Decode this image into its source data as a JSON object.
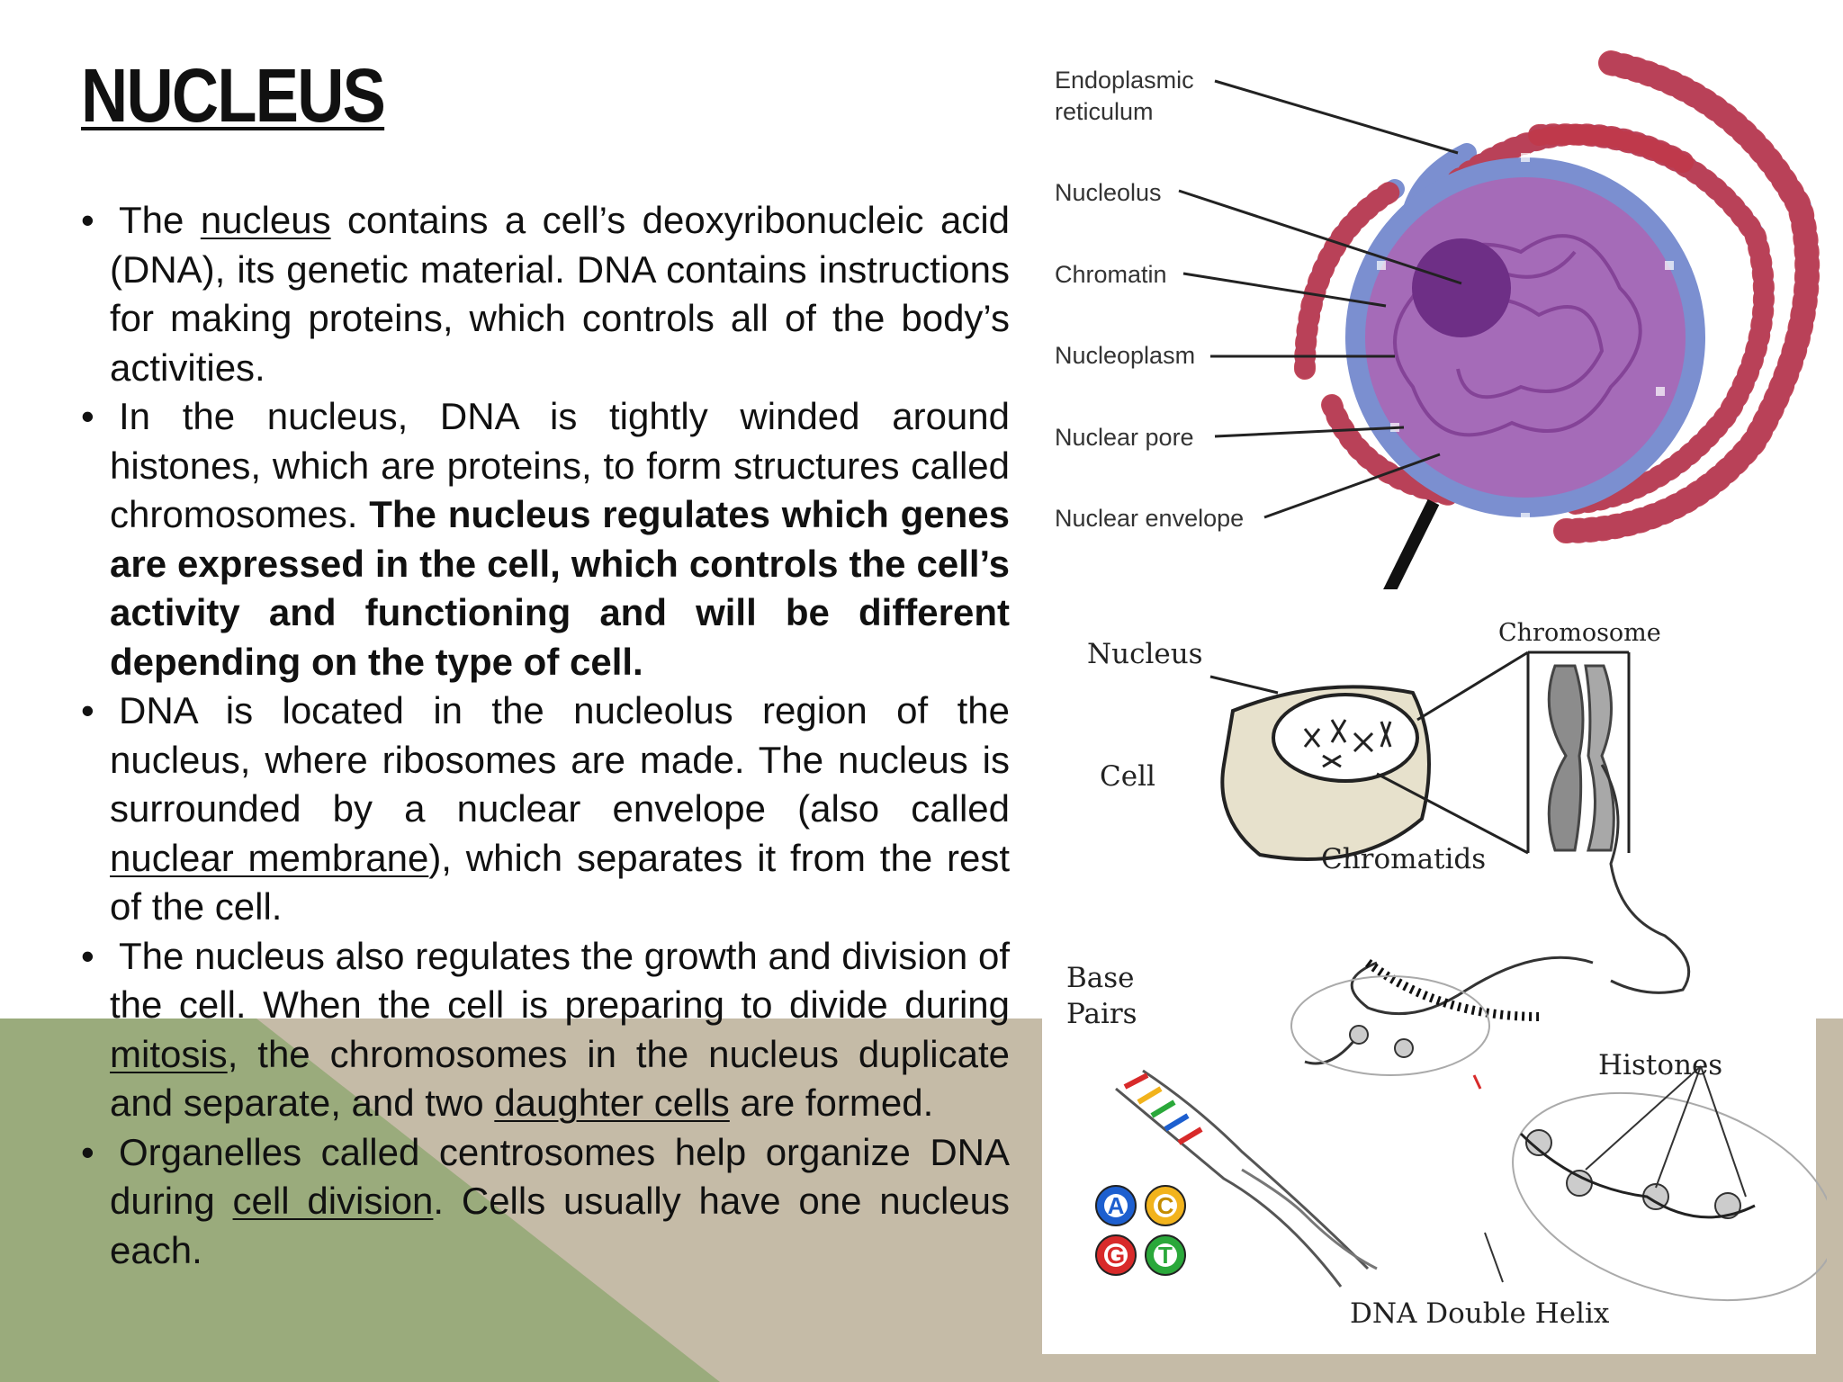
{
  "slide": {
    "title": "NUCLEUS",
    "bullets": [
      {
        "text_before": "The ",
        "underlined": "nucleus",
        "text_after": " contains a cell’s deoxyribonucleic acid (DNA), its genetic material. DNA contains instructions for making proteins, which controls all of the body’s activities."
      },
      {
        "text": "In the nucleus, DNA is tightly winded around histones, which are proteins, to form structures called chromosomes. ",
        "bold": "The nucleus regulates which genes are expressed in the cell, which controls the cell’s activity and functioning and will be different depending on the type of cell."
      },
      {
        "text_before": "DNA is located in the nucleolus region of the nucleus, where ribosomes are made. The nucleus is surrounded by a nuclear envelope (also called ",
        "underlined": "nuclear membrane",
        "text_after": "), which separates it from the rest of the cell."
      },
      {
        "text_before": "The nucleus also regulates the growth and division of the cell. When the cell is preparing to divide during ",
        "underlined_1": "mitosis",
        "text_middle": ", the chromosomes in the nucleus duplicate and separate, and two ",
        "underlined_2": "daughter cells",
        "text_after": " are formed."
      },
      {
        "text_before": "Organelles called centrosomes help organize DNA during ",
        "underlined": "cell division",
        "text_after": ". Cells usually have one nucleus each."
      }
    ]
  },
  "figure_top": {
    "labels": {
      "er": [
        "Endoplasmic",
        "reticulum"
      ],
      "nucleolus": "Nucleolus",
      "chromatin": "Chromatin",
      "nucleoplasm": "Nucleoplasm",
      "nuclear_pore": "Nuclear pore",
      "nuclear_envelope": "Nuclear envelope"
    }
  },
  "figure_bottom": {
    "labels": {
      "nucleus": "Nucleus",
      "cell": "Cell",
      "chromosome": "Chromosome",
      "chromatids": "Chromatids",
      "base_pairs": [
        "Base",
        "Pairs"
      ],
      "histones": "Histones",
      "dna_double_helix": "DNA Double Helix",
      "bases": [
        "A",
        "C",
        "G",
        "T"
      ]
    }
  },
  "colors": {
    "band_green": "#9aab7c",
    "band_beige": "#c5bba7",
    "er_blue": "#7b8fd0",
    "ribosome_red": "#c0394a",
    "nucleus_purple": "#a56bb8",
    "nucleolus_purple": "#6e2f86",
    "cell_fill": "#e7e1cc",
    "base_a": "#1d5fcf",
    "base_c": "#f2b31c",
    "base_g": "#d82a2a",
    "base_t": "#2aa83a"
  }
}
